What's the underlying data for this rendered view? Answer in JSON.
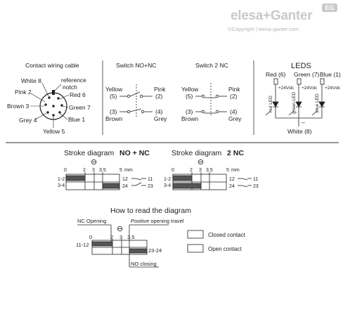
{
  "brand": {
    "logo_text": "elesa+Ganter",
    "badge": "EG",
    "copyright": "©Copyright | elesa-ganter.com"
  },
  "contact_wiring": {
    "title": "Contact wiring cable",
    "pins": {
      "white8": "White 8",
      "reference": "reference",
      "notch": "notch",
      "pink2": "Pink 2",
      "red6": "Red 6",
      "brown3": "Brown 3",
      "green7": "Green 7",
      "grey4": "Grey 4",
      "blue1": "Blue 1",
      "yellow5": "Yellow 5"
    }
  },
  "switch_no_nc": {
    "title": "Switch NO+NC",
    "yellow": "Yellow",
    "pink": "Pink",
    "t5": "(5)",
    "t2": "(2)",
    "t3": "(3)",
    "t4": "(4)",
    "brown": "Brown",
    "grey": "Grey"
  },
  "switch_2nc": {
    "title": "Switch 2 NC",
    "yellow": "Yellow",
    "pink": "Pink",
    "t5": "(5)",
    "t2": "(2)",
    "t3": "(3)",
    "t4": "(4)",
    "brown": "Brown",
    "grey": "Grey"
  },
  "leds": {
    "title": "LEDS",
    "red": "Red (6)",
    "green": "Green (7)",
    "blue": "Blue (1)",
    "vdc": "+24Vdc",
    "red_led": "red LED",
    "green_led": "green LED",
    "blue_led": "blue LED",
    "minus": "–",
    "white": "White (8)"
  },
  "stroke_no_nc": {
    "title": "Stroke diagram",
    "title_bold": "NO + NC",
    "symbol": "⊖",
    "ticks": [
      "0",
      "2",
      "3",
      "3.5",
      "5"
    ],
    "unit": "mm",
    "row1": "1-2",
    "row2": "3-4",
    "c1a": "12",
    "c1b": "11",
    "c2a": "24",
    "c2b": "23"
  },
  "stroke_2nc": {
    "title": "Stroke diagram",
    "title_bold": "2 NC",
    "symbol": "⊖",
    "ticks": [
      "0",
      "2",
      "3",
      "3.5",
      "5"
    ],
    "unit": "mm",
    "row1": "1-2",
    "row2": "3-4",
    "c1a": "12",
    "c1b": "11",
    "c2a": "24",
    "c2b": "23"
  },
  "how_to_read": {
    "title": "How to read the diagram",
    "nc_opening": "NC Opening",
    "symbol": "⊖",
    "positive": "Positive opening travel",
    "ticks": [
      "0",
      "2",
      "3",
      "3.5"
    ],
    "row1": "11-12",
    "row2": "23-24",
    "no_closing": "NO closing"
  },
  "legend": {
    "closed": "Closed contact",
    "open": "Open contact"
  }
}
